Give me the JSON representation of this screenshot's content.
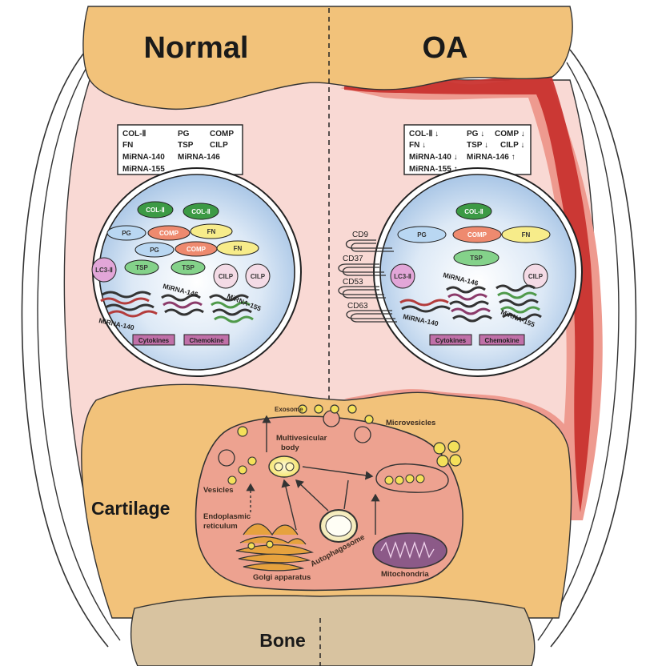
{
  "titles": {
    "normal": "Normal",
    "oa": "OA",
    "cartilage": "Cartilage",
    "bone": "Bone"
  },
  "normal_box": [
    "COL-Ⅱ",
    "PG",
    "COMP",
    "FN",
    "TSP",
    "CILP",
    "MiRNA-140",
    "MiRNA-146",
    "MiRNA-155"
  ],
  "oa_box": [
    "COL-Ⅱ ↓",
    "PG ↓",
    "COMP ↓",
    "FN ↓",
    "TSP ↓",
    "CILP ↓",
    "MiRNA-140 ↓",
    "MiRNA-146 ↑",
    "MiRNA-155 ↑"
  ],
  "normal_vesicle": {
    "col2": "COL-Ⅱ",
    "pg": "PG",
    "comp": "COMP",
    "fn": "FN",
    "tsp": "TSP",
    "cilp": "CILP",
    "lc3": "LC3-Ⅱ",
    "mirna140": "MiRNA-140",
    "mirna146": "MiRNA-146",
    "mirna155": "MiRNA-155",
    "cytokines": "Cytokines",
    "chemokine": "Chemokine"
  },
  "oa_vesicle": {
    "col2": "COL-Ⅱ",
    "pg": "PG",
    "comp": "COMP",
    "fn": "FN",
    "tsp": "TSP",
    "cilp": "CILP",
    "lc3": "LC3-Ⅱ",
    "mirna140": "MiRNA-140",
    "mirna146": "MiRNA-146",
    "mirna155": "MiRNA-155",
    "cytokines": "Cytokines",
    "chemokine": "Chemokine"
  },
  "cd_markers": [
    "CD9",
    "CD37",
    "CD53",
    "CD63"
  ],
  "cell_labels": {
    "exosome": "Exosome",
    "microvesicles": "Microvesicles",
    "multivesicular1": "Multivesicular",
    "multivesicular2": "body",
    "vesicles": "Vesicles",
    "er1": "Endoplasmic",
    "er2": "reticulum",
    "autophagosome": "Autophagosome",
    "mitochondria": "Mitochondria",
    "golgi": "Golgi apparatus"
  },
  "colors": {
    "cartilage": "#f2c27a",
    "synovium": "#f9d9d4",
    "bone": "#d8c3a0",
    "oa_red": "#c8302c",
    "oa_pink": "#ee9a8f",
    "vesicle_blue": "#c4d9ee",
    "cell_body": "#eda290",
    "col2_green": "#3c9a45",
    "comp_salmon": "#ee8a6f",
    "fn_yellow": "#f7ec8a",
    "pg_blue": "#b9d7f2",
    "tsp_green": "#84d28a",
    "tag_purple": "#c070a8",
    "lc3_pink": "#e2a6d8"
  }
}
